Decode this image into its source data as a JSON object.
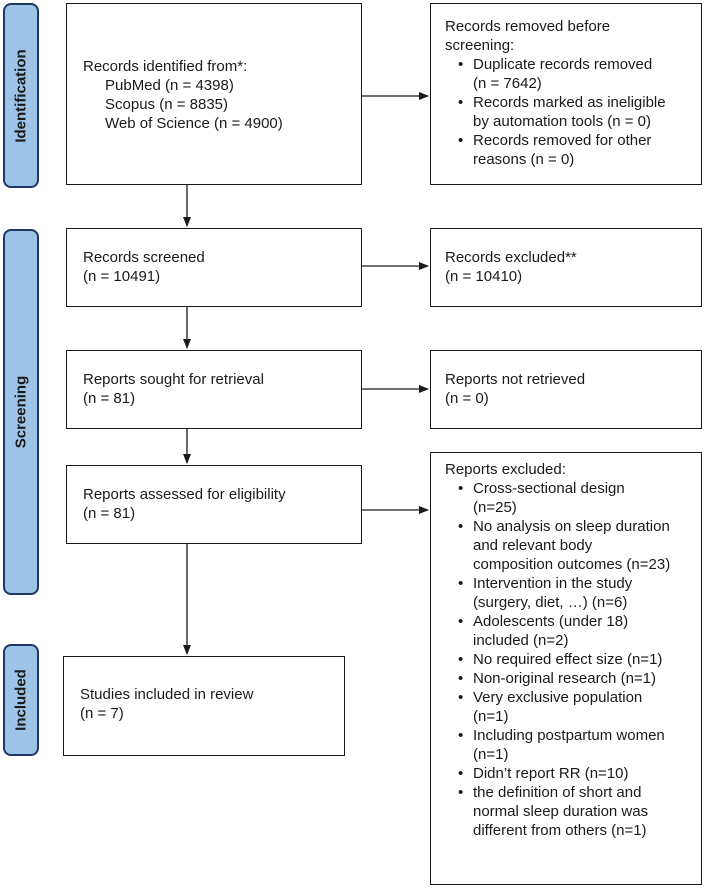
{
  "stages": {
    "identification": "Identification",
    "screening": "Screening",
    "included": "Included"
  },
  "identified": {
    "title": "Records identified from*:",
    "sources": [
      "PubMed (n = 4398)",
      "Scopus (n = 8835)",
      "Web of Science (n = 4900)"
    ]
  },
  "removed": {
    "title_line1": "Records removed before",
    "title_line2": "screening:",
    "items": [
      [
        "Duplicate records removed",
        "(n = 7642)"
      ],
      [
        "Records marked as ineligible",
        "by automation tools (n = 0)"
      ],
      [
        "Records removed for other",
        "reasons (n = 0)"
      ]
    ]
  },
  "screened": {
    "title": "Records screened",
    "count": "(n = 10491)"
  },
  "excluded_records": {
    "title": "Records excluded**",
    "count": "(n = 10410)"
  },
  "sought": {
    "title": "Reports sought for retrieval",
    "count": "(n = 81)"
  },
  "not_retrieved": {
    "title": "Reports not retrieved",
    "count": "(n = 0)"
  },
  "assessed": {
    "title": "Reports assessed for eligibility",
    "count": "(n = 81)"
  },
  "reports_excluded": {
    "title": "Reports excluded:",
    "items": [
      [
        "Cross-sectional design",
        "(n=25)"
      ],
      [
        "No analysis on sleep duration",
        "and relevant body",
        "composition outcomes (n=23)"
      ],
      [
        "Intervention in the study",
        "(surgery, diet, …) (n=6)"
      ],
      [
        "Adolescents (under 18)",
        "included (n=2)"
      ],
      [
        "No required effect size (n=1)"
      ],
      [
        "Non-original research (n=1)"
      ],
      [
        "Very exclusive population",
        "(n=1)"
      ],
      [
        "Including postpartum women",
        "(n=1)"
      ],
      [
        "Didn’t report RR (n=10)"
      ],
      [
        "the definition of short and",
        "normal sleep duration was",
        "different from others (n=1)"
      ]
    ]
  },
  "included": {
    "title": "Studies included in review",
    "count": "(n = 7)"
  }
}
